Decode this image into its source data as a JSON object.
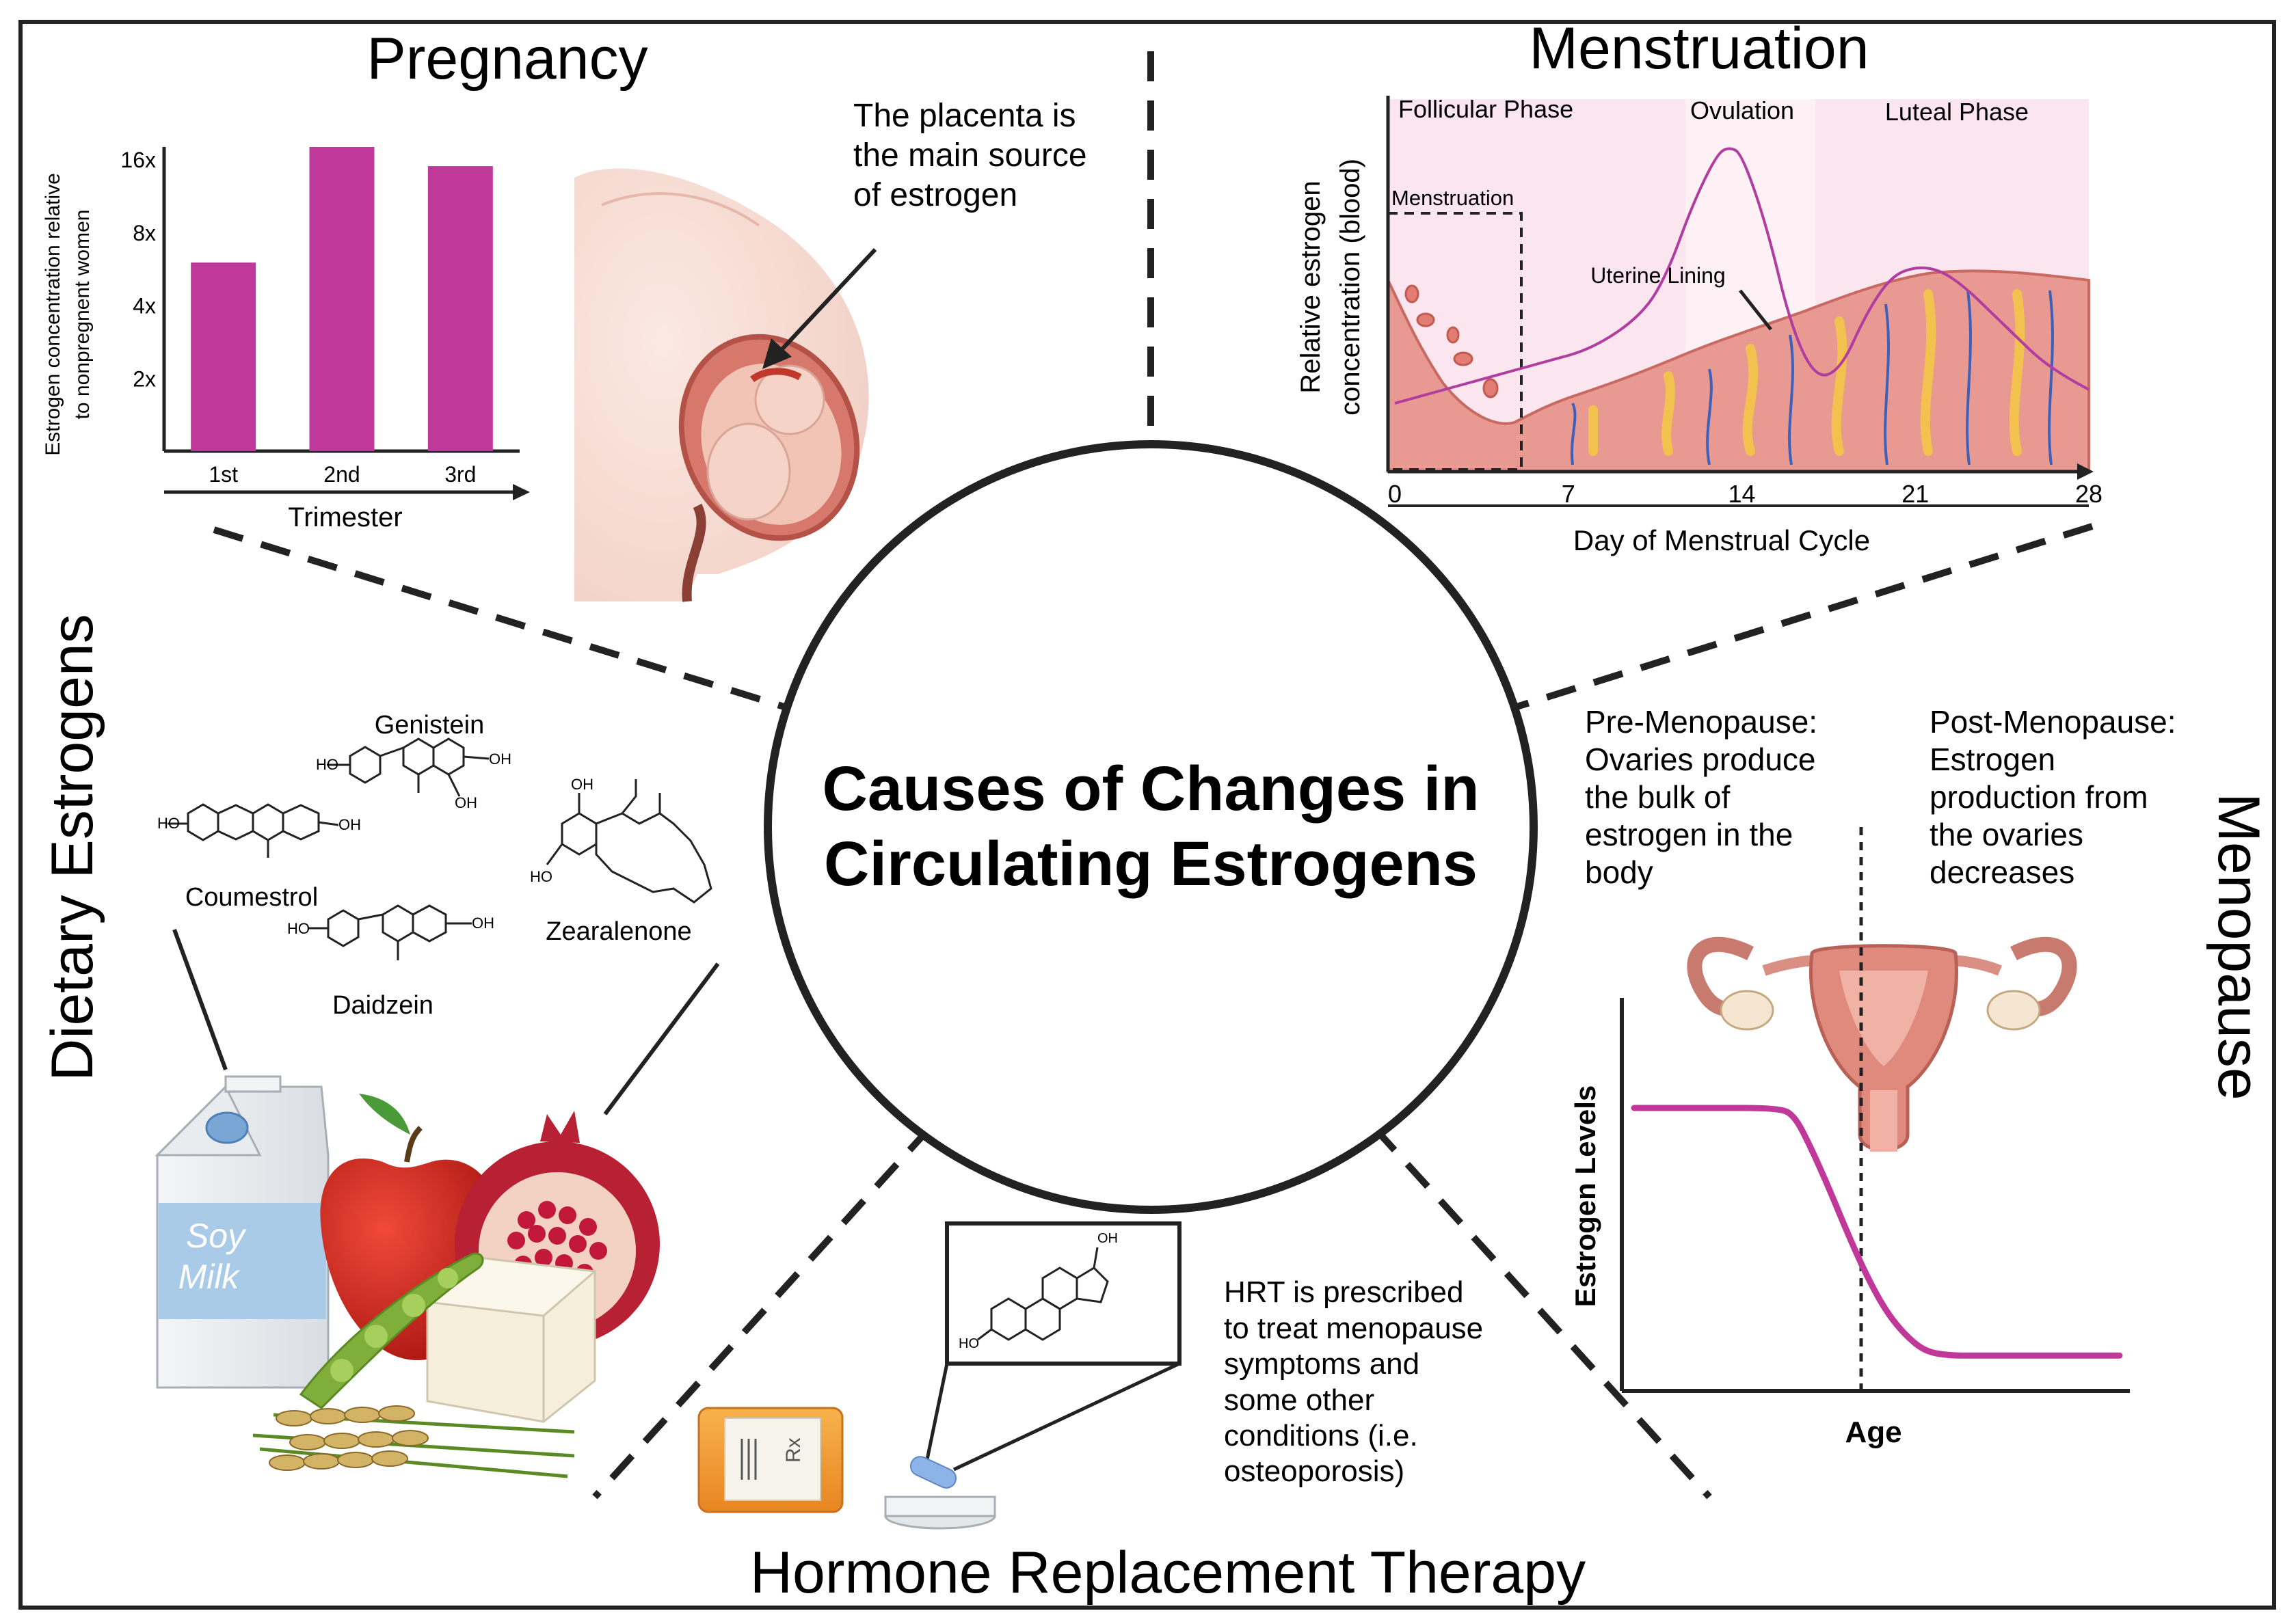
{
  "center": {
    "title_line1": "Causes of Changes in",
    "title_line2": "Circulating Estrogens"
  },
  "pregnancy": {
    "title": "Pregnancy",
    "ylabel_line1": "Estrogen concentration relative",
    "ylabel_line2": "to nonpregnent women",
    "xlabel": "Trimester",
    "note_line1": "The placenta is",
    "note_line2": "the  main source",
    "note_line3": "of estrogen"
  },
  "menstruation": {
    "title": "Menstruation",
    "phase_follicular": "Follicular Phase",
    "phase_ovulation": "Ovulation",
    "phase_luteal": "Luteal Phase",
    "menstruation_label": "Menstruation",
    "uterine_lining_label": "Uterine Lining",
    "ylabel_line1": "Relative estrogen",
    "ylabel_line2": "concentration  (blood)",
    "xlabel": "Day of Menstrual Cycle"
  },
  "dietary": {
    "title": "Dietary Estrogens",
    "genistein": "Genistein",
    "coumestrol": "Coumestrol",
    "daidzein": "Daidzein",
    "zearalenone": "Zearalenone",
    "milk_line1": "Soy",
    "milk_line2": "Milk"
  },
  "menopause": {
    "title": "Menopause",
    "pre_title": "Pre-Menopause:",
    "pre_line1": "Ovaries produce",
    "pre_line2": "the bulk of",
    "pre_line3": "estrogen in the",
    "pre_line4": "body",
    "post_title": "Post-Menopause:",
    "post_line1": "Estrogen",
    "post_line2": "production from",
    "post_line3": "the ovaries",
    "post_line4": "decreases",
    "ylabel": "Estrogen Levels",
    "xlabel": "Age"
  },
  "hrt": {
    "title": "Hormone Replacement Therapy",
    "text_line1": "HRT is  prescribed",
    "text_line2": "to treat menopause",
    "text_line3": "symptoms and",
    "text_line4": "some other",
    "text_line5": "conditions (i.e.",
    "text_line6": "osteoporosis)",
    "bottle_label": "Rx",
    "oh_label": "OH",
    "ho_label": "HO"
  },
  "colors": {
    "magenta": "#c0399a",
    "line_magenta": "#b03d9f",
    "tissue": "#e89a92",
    "tissue_dark": "#c96a62",
    "phase_bg": "#fbe6ef"
  },
  "chart_data": [
    {
      "type": "bar",
      "title": "Pregnancy",
      "ylabel": "Estrogen concentration relative to nonpregnent women",
      "xlabel": "Trimester",
      "categories": [
        "1st",
        "2nd",
        "3rd"
      ],
      "values": [
        6,
        18,
        15
      ],
      "y_ticks": [
        "2x",
        "4x",
        "8x",
        "16x"
      ],
      "ylim": [
        1,
        18
      ]
    },
    {
      "type": "line",
      "title": "Menstruation",
      "ylabel": "Relative estrogen concentration  (blood)",
      "xlabel": "Day of Menstrual Cycle",
      "x_ticks": [
        "0",
        "7",
        "14",
        "21",
        "28"
      ],
      "xlim": [
        0,
        28
      ],
      "x": [
        0,
        2,
        4,
        6,
        8,
        10,
        11,
        12,
        13,
        13.5,
        14,
        15,
        16,
        17,
        18,
        19,
        20,
        21,
        22,
        23,
        24,
        25,
        26,
        27,
        28
      ],
      "y": [
        0.2,
        0.24,
        0.28,
        0.32,
        0.36,
        0.46,
        0.58,
        0.78,
        0.93,
        0.95,
        0.93,
        0.72,
        0.42,
        0.27,
        0.3,
        0.46,
        0.57,
        0.6,
        0.59,
        0.54,
        0.47,
        0.4,
        0.33,
        0.28,
        0.24
      ]
    },
    {
      "type": "line",
      "title": "Menopause",
      "ylabel": "Estrogen Levels",
      "xlabel": "Age",
      "x": [
        0,
        0.15,
        0.3,
        0.33,
        0.36,
        0.4,
        0.44,
        0.48,
        0.52,
        0.56,
        0.6,
        0.65,
        0.7,
        0.8,
        1.0
      ],
      "y": [
        0.72,
        0.72,
        0.72,
        0.7,
        0.63,
        0.52,
        0.4,
        0.29,
        0.2,
        0.14,
        0.1,
        0.09,
        0.09,
        0.09,
        0.09
      ]
    }
  ]
}
